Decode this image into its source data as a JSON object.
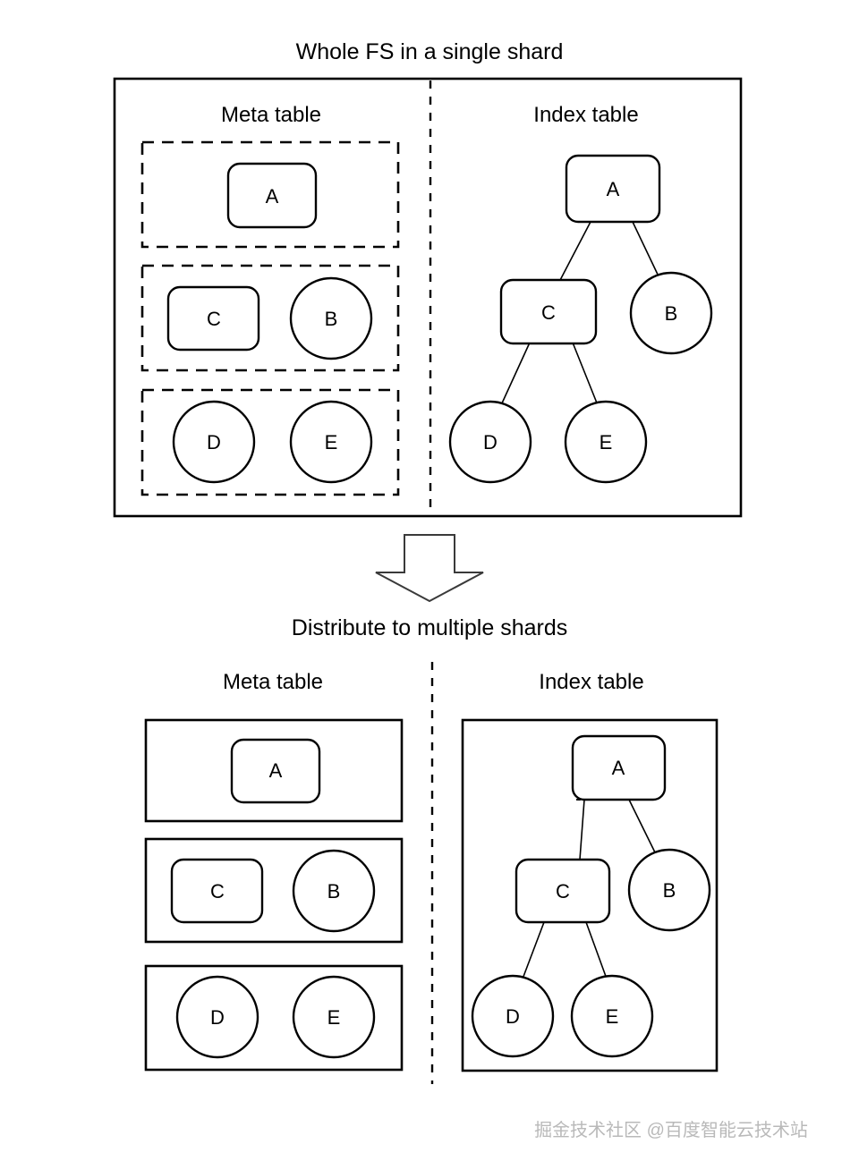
{
  "diagram": {
    "top_caption": "Whole FS in a single shard",
    "middle_caption": "Distribute to multiple shards",
    "arrow_icon": "down-arrow-icon",
    "top_section": {
      "meta_table_title": "Meta table",
      "index_table_title": "Index table",
      "meta_groups": [
        {
          "group_label": "shard-group-1",
          "style": "dashed",
          "nodes": [
            {
              "id": "A",
              "shape": "rounded-rect"
            }
          ]
        },
        {
          "group_label": "shard-group-2",
          "style": "dashed",
          "nodes": [
            {
              "id": "C",
              "shape": "rounded-rect"
            },
            {
              "id": "B",
              "shape": "circle"
            }
          ]
        },
        {
          "group_label": "shard-group-3",
          "style": "dashed",
          "nodes": [
            {
              "id": "D",
              "shape": "circle"
            },
            {
              "id": "E",
              "shape": "circle"
            }
          ]
        }
      ],
      "index_tree": {
        "nodes": [
          {
            "id": "A",
            "shape": "rounded-rect"
          },
          {
            "id": "C",
            "shape": "rounded-rect"
          },
          {
            "id": "B",
            "shape": "circle"
          },
          {
            "id": "D",
            "shape": "circle"
          },
          {
            "id": "E",
            "shape": "circle"
          }
        ],
        "edges": [
          {
            "from": "A",
            "to": "C"
          },
          {
            "from": "A",
            "to": "B"
          },
          {
            "from": "C",
            "to": "D"
          },
          {
            "from": "C",
            "to": "E"
          }
        ]
      }
    },
    "bottom_section": {
      "meta_table_title": "Meta table",
      "index_table_title": "Index table",
      "meta_groups": [
        {
          "group_label": "shard-box-1",
          "style": "solid",
          "nodes": [
            {
              "id": "A",
              "shape": "rounded-rect"
            }
          ]
        },
        {
          "group_label": "shard-box-2",
          "style": "solid",
          "nodes": [
            {
              "id": "C",
              "shape": "rounded-rect"
            },
            {
              "id": "B",
              "shape": "circle"
            }
          ]
        },
        {
          "group_label": "shard-box-3",
          "style": "solid",
          "nodes": [
            {
              "id": "D",
              "shape": "circle"
            },
            {
              "id": "E",
              "shape": "circle"
            }
          ]
        }
      ],
      "index_tree": {
        "nodes": [
          {
            "id": "A",
            "shape": "rounded-rect"
          },
          {
            "id": "C",
            "shape": "rounded-rect"
          },
          {
            "id": "B",
            "shape": "circle"
          },
          {
            "id": "D",
            "shape": "circle"
          },
          {
            "id": "E",
            "shape": "circle"
          }
        ],
        "edges": [
          {
            "from": "A",
            "to": "C"
          },
          {
            "from": "A",
            "to": "B"
          },
          {
            "from": "C",
            "to": "D"
          },
          {
            "from": "C",
            "to": "E"
          }
        ]
      }
    },
    "watermark": "掘金技术社区 @百度智能云技术站",
    "colors": {
      "stroke": "#000000",
      "background": "#ffffff",
      "watermark": "#b9b9b9"
    }
  }
}
